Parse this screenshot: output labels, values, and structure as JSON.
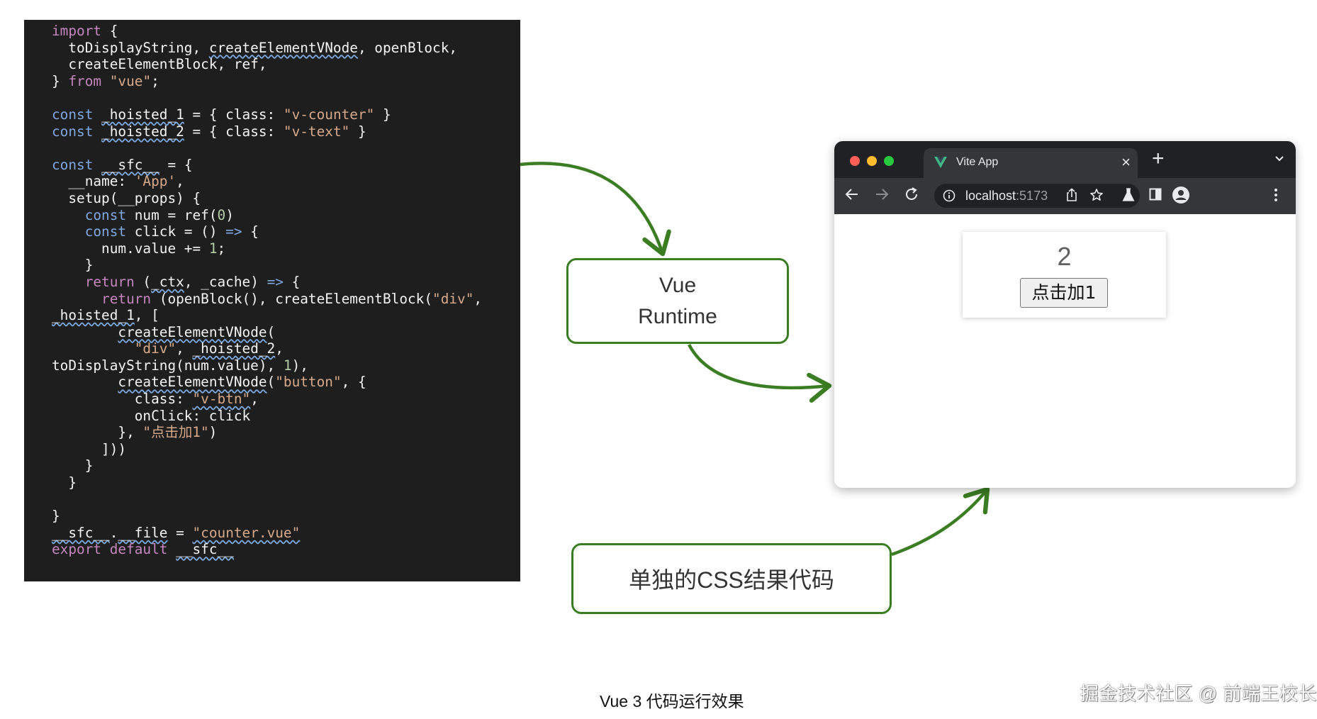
{
  "code": {
    "lines": [
      [
        {
          "t": "import",
          "c": "kw"
        },
        {
          "t": " {"
        }
      ],
      [
        {
          "t": "  toDisplayString, "
        },
        {
          "t": "createElementVNode",
          "u": true
        },
        {
          "t": ", openBlock,"
        }
      ],
      [
        {
          "t": "  createElementBlock, ref,"
        }
      ],
      [
        {
          "t": "} "
        },
        {
          "t": "from",
          "c": "kw"
        },
        {
          "t": " "
        },
        {
          "t": "\"vue\"",
          "c": "str"
        },
        {
          "t": ";"
        }
      ],
      [
        {
          "t": ""
        }
      ],
      [
        {
          "t": "const",
          "c": "kb"
        },
        {
          "t": " "
        },
        {
          "t": "_hoisted_1",
          "u": true
        },
        {
          "t": " = { class: "
        },
        {
          "t": "\"v-counter\"",
          "c": "str"
        },
        {
          "t": " }"
        }
      ],
      [
        {
          "t": "const",
          "c": "kb"
        },
        {
          "t": " "
        },
        {
          "t": "_hoisted_2",
          "u": true
        },
        {
          "t": " = { class: "
        },
        {
          "t": "\"v-text\"",
          "c": "str"
        },
        {
          "t": " }"
        }
      ],
      [
        {
          "t": ""
        }
      ],
      [
        {
          "t": "const",
          "c": "kb"
        },
        {
          "t": " "
        },
        {
          "t": "__sfc__",
          "u": true
        },
        {
          "t": " = {"
        }
      ],
      [
        {
          "t": "  __name: "
        },
        {
          "t": "'App'",
          "c": "str"
        },
        {
          "t": ","
        }
      ],
      [
        {
          "t": "  setup(__props) {"
        }
      ],
      [
        {
          "t": "    "
        },
        {
          "t": "const",
          "c": "kb"
        },
        {
          "t": " num = ref("
        },
        {
          "t": "0",
          "c": "num"
        },
        {
          "t": ")"
        }
      ],
      [
        {
          "t": "    "
        },
        {
          "t": "const",
          "c": "kb"
        },
        {
          "t": " click = () "
        },
        {
          "t": "=>",
          "c": "kb"
        },
        {
          "t": " {"
        }
      ],
      [
        {
          "t": "      num.value += "
        },
        {
          "t": "1",
          "c": "num"
        },
        {
          "t": ";"
        }
      ],
      [
        {
          "t": "    }"
        }
      ],
      [
        {
          "t": "    "
        },
        {
          "t": "return",
          "c": "kw"
        },
        {
          "t": " ("
        },
        {
          "t": "_ctx",
          "u": true
        },
        {
          "t": ", _cache) "
        },
        {
          "t": "=>",
          "c": "kb"
        },
        {
          "t": " {"
        }
      ],
      [
        {
          "t": "      "
        },
        {
          "t": "return",
          "c": "kw"
        },
        {
          "t": " (openBlock(), createElementBlock("
        },
        {
          "t": "\"div\"",
          "c": "str"
        },
        {
          "t": ","
        }
      ],
      [
        {
          "t": "_hoisted_1",
          "u": true
        },
        {
          "t": ", ["
        }
      ],
      [
        {
          "t": "        "
        },
        {
          "t": "createElementVNode",
          "u": true
        },
        {
          "t": "("
        }
      ],
      [
        {
          "t": "          "
        },
        {
          "t": "\"div\"",
          "c": "str"
        },
        {
          "t": ", "
        },
        {
          "t": "_hoisted_2",
          "u": true
        },
        {
          "t": ","
        }
      ],
      [
        {
          "t": "toDisplayString(num.value), "
        },
        {
          "t": "1",
          "c": "num"
        },
        {
          "t": "),"
        }
      ],
      [
        {
          "t": "        "
        },
        {
          "t": "createElementVNode",
          "u": true
        },
        {
          "t": "("
        },
        {
          "t": "\"button\"",
          "c": "str"
        },
        {
          "t": ", {"
        }
      ],
      [
        {
          "t": "          class: "
        },
        {
          "t": "\"v-btn\"",
          "c": "str",
          "u": true
        },
        {
          "t": ","
        }
      ],
      [
        {
          "t": "          onClick: click"
        }
      ],
      [
        {
          "t": "        }, "
        },
        {
          "t": "\"点击加1\"",
          "c": "str"
        },
        {
          "t": ")"
        }
      ],
      [
        {
          "t": "      ]))"
        }
      ],
      [
        {
          "t": "    }"
        }
      ],
      [
        {
          "t": "  }"
        }
      ],
      [
        {
          "t": ""
        }
      ],
      [
        {
          "t": "}"
        }
      ],
      [
        {
          "t": "__sfc__",
          "u": true
        },
        {
          "t": "."
        },
        {
          "t": "__file",
          "u": true
        },
        {
          "t": " = "
        },
        {
          "t": "\"counter.vue\"",
          "c": "str",
          "u": true
        }
      ],
      [
        {
          "t": "export",
          "c": "kw"
        },
        {
          "t": " "
        },
        {
          "t": "default",
          "c": "kw"
        },
        {
          "t": " "
        },
        {
          "t": "__sfc__",
          "u": true
        }
      ]
    ]
  },
  "diagram": {
    "runtime_box": {
      "line1": "Vue",
      "line2": "Runtime"
    },
    "css_box": {
      "label": "单独的CSS结果代码"
    },
    "arrow_color": "#3b7d23"
  },
  "browser": {
    "tab_title": "Vite App",
    "tab_close": "×",
    "new_tab": "+",
    "address_host": "localhost",
    "address_port": ":5173",
    "page": {
      "counter_value": "2",
      "button_label": "点击加1"
    }
  },
  "caption": "Vue 3 代码运行效果",
  "watermark": "掘金技术社区 @ 前端王校长"
}
